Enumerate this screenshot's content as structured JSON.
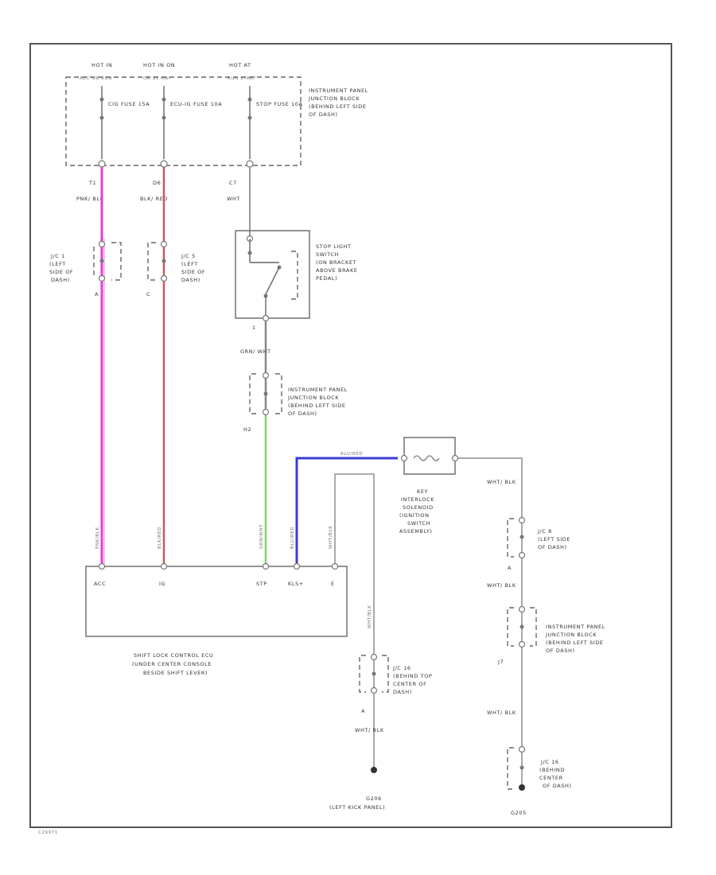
{
  "fuse_box": {
    "hot_labels": [
      "HOT IN",
      "HOT IN ON",
      "HOT AT"
    ],
    "hot_sublabels": [
      "ACC OR RUN",
      "OR ST MAY",
      "RUN START"
    ],
    "fuses": [
      "CIG FUSE 15A",
      "ECU-IG FUSE 10A",
      "STOP FUSE 10A"
    ],
    "description": "INSTRUMENT PANEL JUNCTION BLOCK (BEHIND LEFT SIDE OF DASH)"
  },
  "top_pins": [
    "T1",
    "D6",
    "C7"
  ],
  "top_wire_colors": [
    "PNK/ BLK",
    "BLK/ RED",
    "WHT"
  ],
  "jc_left_1": {
    "desc": "J/C 1 (LEFT SIDE OF DASH)",
    "pin": "A"
  },
  "jc_left_2": {
    "desc": "J/C 5 (LEFT SIDE OF DASH)",
    "pin": "C"
  },
  "stop_switch": {
    "desc": "STOP LIGHT SWITCH (ON BRACKET ABOVE BRAKE PEDAL)",
    "pin": "1"
  },
  "stp_wire_color": "GRN/ WHT",
  "ip_jb_mid": {
    "desc": "INSTRUMENT PANEL JUNCTION BLOCK (BEHIND LEFT SIDE OF DASH)",
    "pin": "H2"
  },
  "key_solenoid": {
    "desc": "KEY INTERLOCK SOLENOID (IGNITION SWITCH ASSEMBLY)",
    "pin_label": "WHT/BLK"
  },
  "vertical_wire_labels": [
    "PNK/BLK",
    "BLK/RED",
    "GRN/WHT",
    "BLU/RED",
    "WHT/BLK"
  ],
  "ecu": {
    "pins": [
      "ACC",
      "IG",
      "STP",
      "KLS+",
      "E"
    ],
    "desc": "SHIFT LOCK CONTROL ECU (UNDER CENTER CONSOLE BESIDE SHIFT LEVER)"
  },
  "ground_left": {
    "wire_color": "WHT/BLK",
    "jc_desc": "J/C 16 (BEHIND TOP CENTER OF DASH)",
    "jc_pin": "A",
    "wire_color2": "WHT/ BLK",
    "ground": "G206 (LEFT KICK PANEL)"
  },
  "ground_right": {
    "wire_color1": "WHT/ BLK",
    "jc1_desc": "J/C 8 (LEFT SIDE OF DASH)",
    "jc1_pin": "A",
    "wire_color2": "WHT/ BLK",
    "ip_jb_desc": "INSTRUMENT PANEL JUNCTION BLOCK (BEHIND LEFT SIDE OF DASH)",
    "ip_jb_pin": "J7",
    "wire_color3": "WHT/ BLK",
    "jc2_desc": "J/C 16 (BEHIND CENTER OF DASH)",
    "ground": "G205"
  },
  "diagram_id": "C29971",
  "colors": {
    "pink": "#e23fd2",
    "red": "#c85a5a",
    "green": "#7fd36a",
    "blue": "#3b3bd6"
  }
}
